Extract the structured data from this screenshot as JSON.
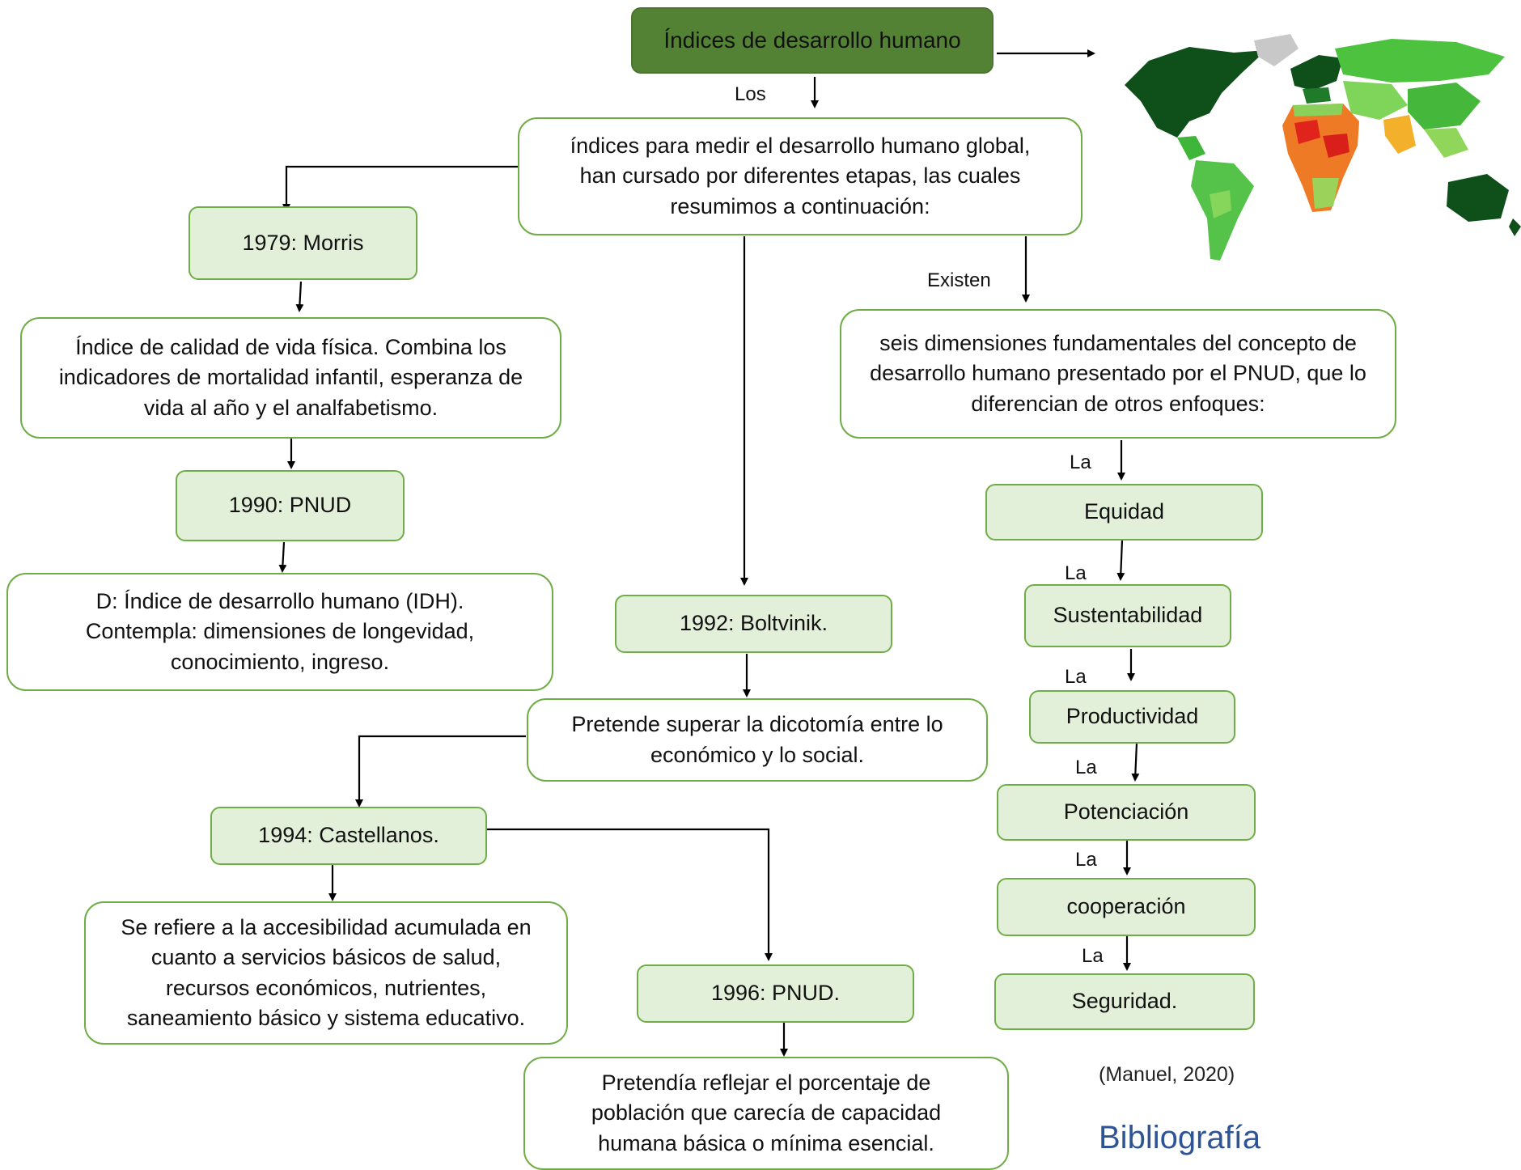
{
  "title": "Índices de desarrollo humano",
  "labels": {
    "los": "Los",
    "existen": "Existen",
    "la": "La"
  },
  "intro": "índices para medir el desarrollo humano global, han cursado por diferentes etapas, las cuales resumimos a continuación:",
  "timeline": {
    "morris": {
      "label": "1979: Morris",
      "description": "Índice de calidad de vida física. Combina los indicadores de mortalidad infantil, esperanza de vida al año y el analfabetismo."
    },
    "pnud1990": {
      "label": "1990: PNUD",
      "description": "D: Índice de desarrollo humano (IDH). Contempla: dimensiones de longevidad, conocimiento, ingreso."
    },
    "boltvinik": {
      "label": "1992: Boltvinik.",
      "description": "Pretende superar la dicotomía entre lo económico y lo social."
    },
    "castellanos": {
      "label": "1994: Castellanos.",
      "description": "Se refiere a la accesibilidad acumulada en cuanto a servicios básicos de salud, recursos económicos, nutrientes, saneamiento básico y sistema educativo."
    },
    "pnud1996": {
      "label": "1996: PNUD.",
      "description": "Pretendía reflejar el porcentaje de población que carecía de capacidad humana básica o mínima esencial."
    }
  },
  "dimensions": {
    "intro": "seis dimensiones fundamentales del concepto de desarrollo humano presentado por el PNUD, que lo diferencian de otros enfoques:",
    "items": [
      "Equidad",
      "Sustentabilidad",
      "Productividad",
      "Potenciación",
      "cooperación",
      "Seguridad."
    ]
  },
  "citation": "(Manuel, 2020)",
  "bibliography": "Bibliografía",
  "colors": {
    "title_fill": "#548235",
    "box_fill": "#e2efd9",
    "box_border": "#70ad47",
    "bibliography_text": "#2f5496"
  },
  "map_icon": "world-map-hdi"
}
